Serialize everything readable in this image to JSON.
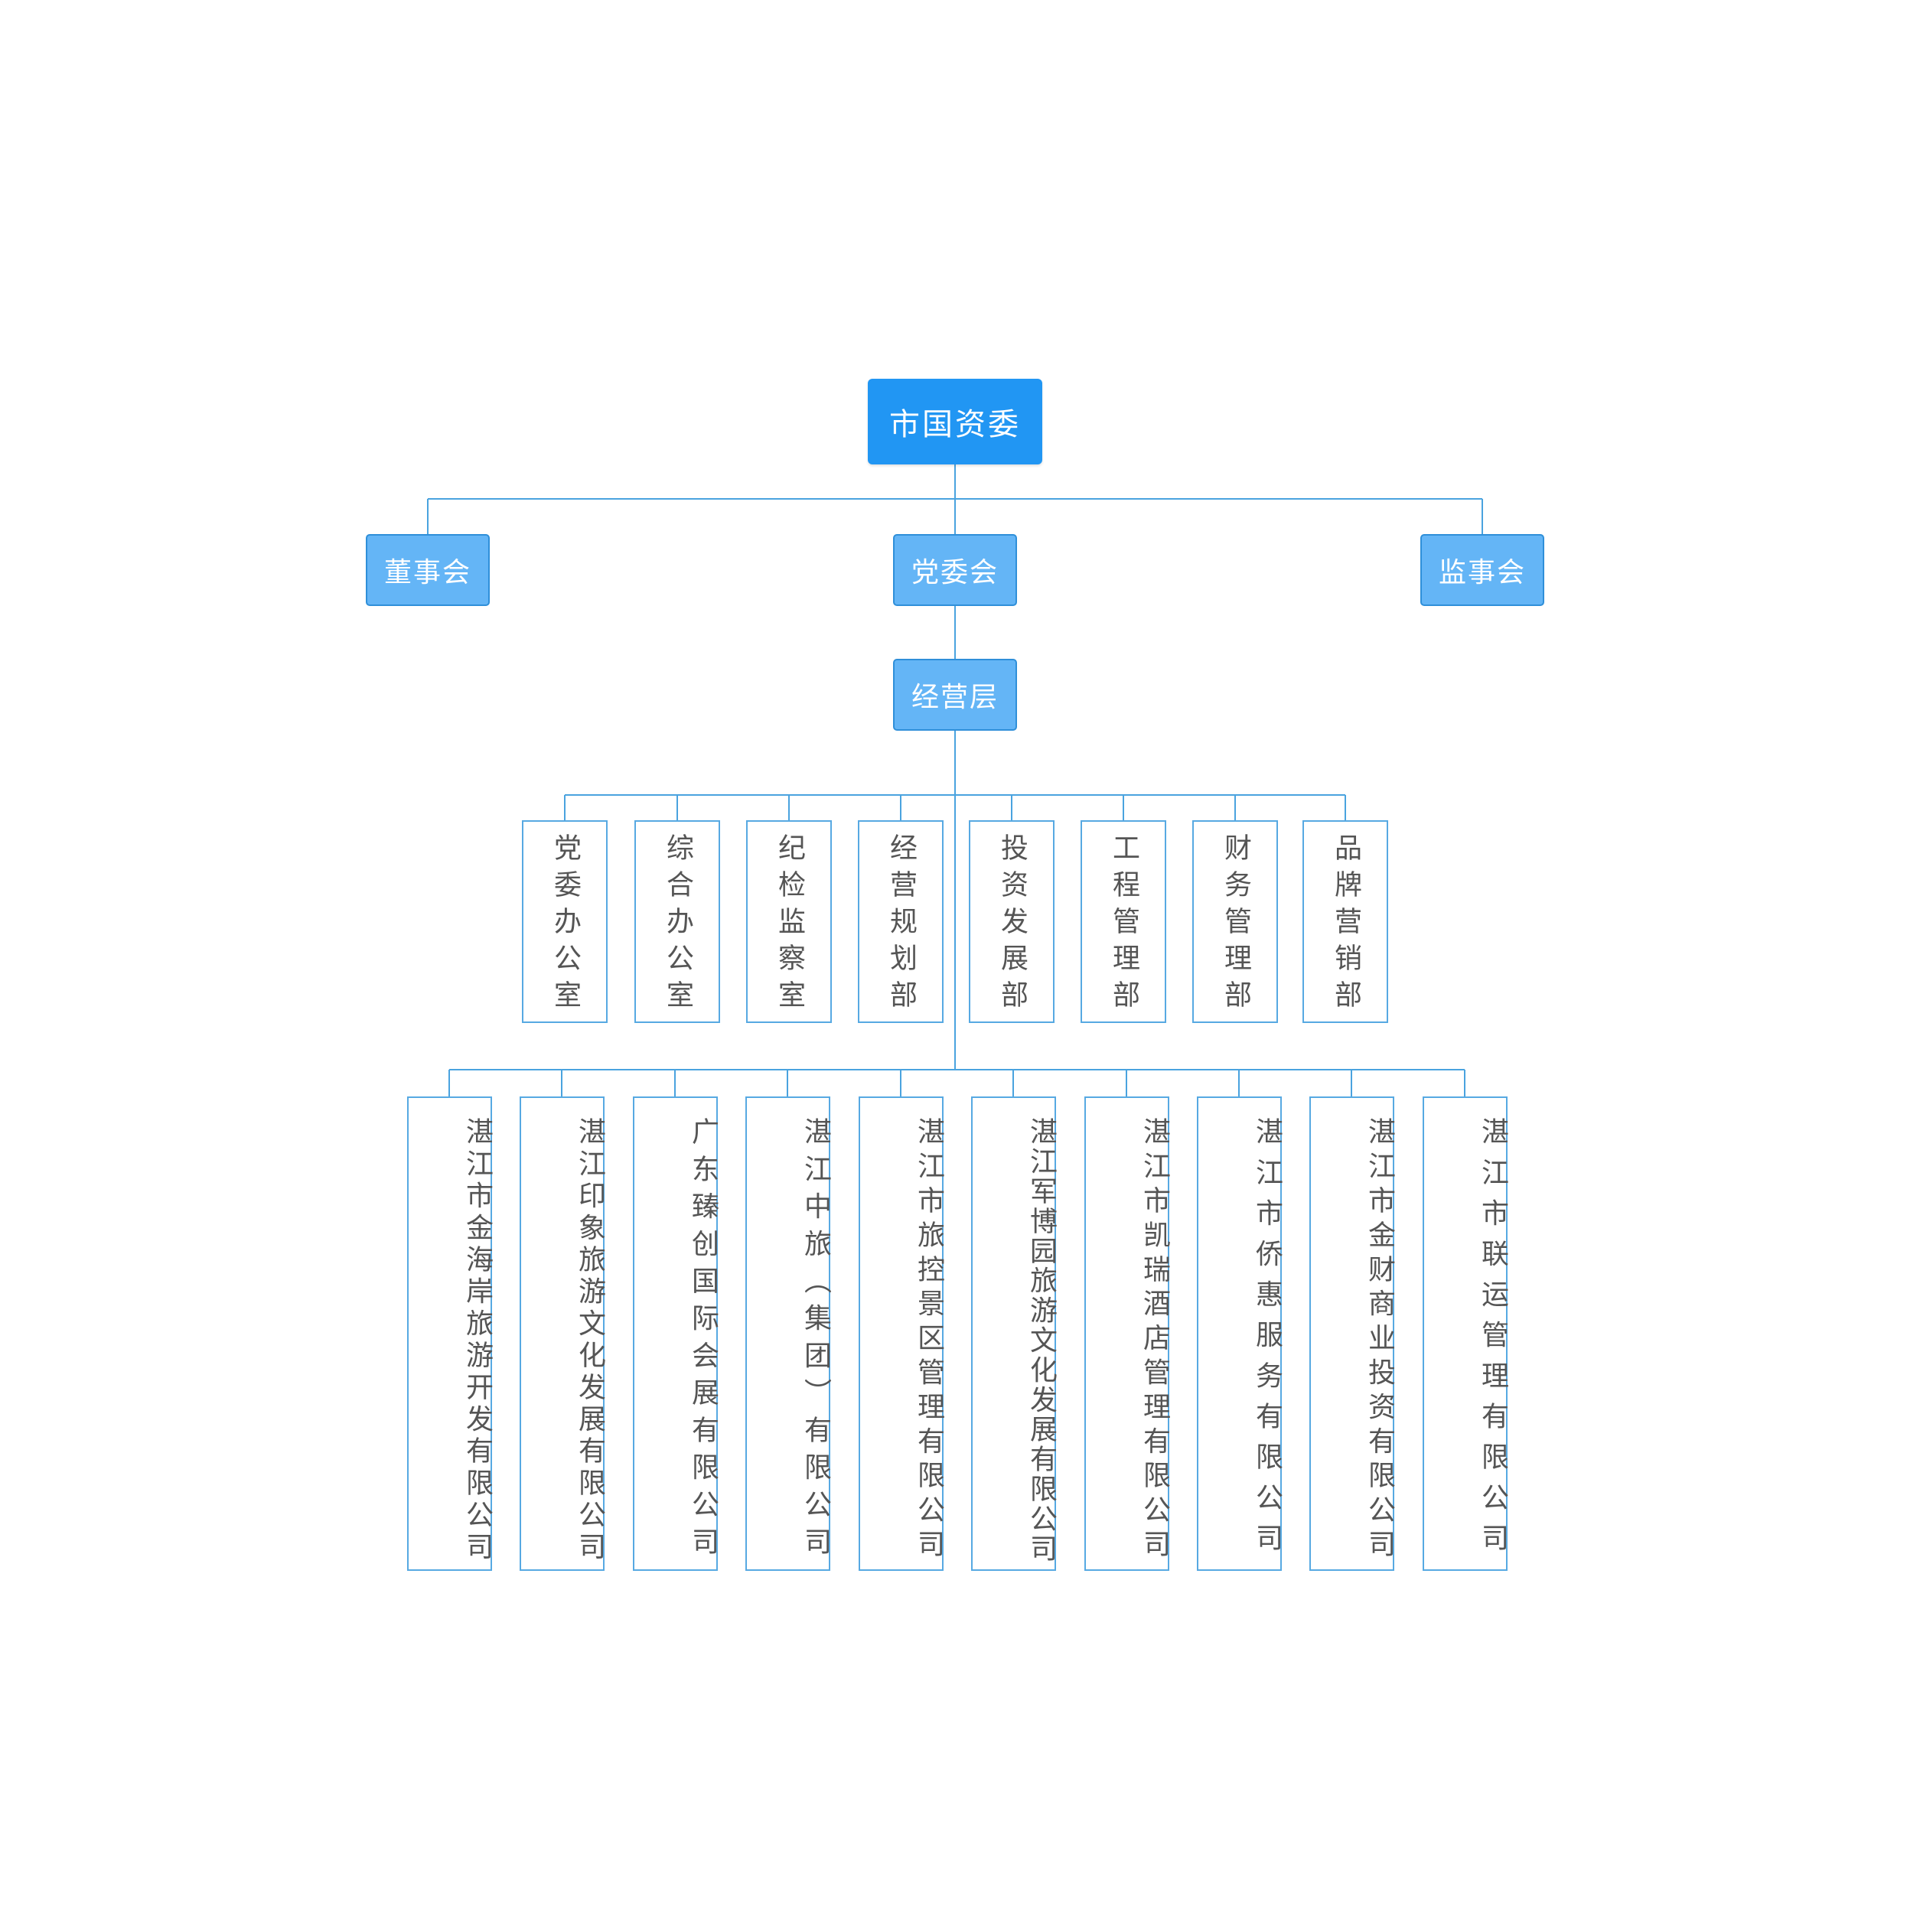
{
  "colors": {
    "root_fill": "#2196f3",
    "level2_fill": "#64b5f6",
    "line": "#4aa3df",
    "leaf_border": "#57a9e2",
    "leaf_text": "#555555"
  },
  "org": {
    "root": "市国资委",
    "board": "董事会",
    "party_committee": "党委会",
    "supervisors": "监事会",
    "management": "经营层",
    "departments": [
      "党委办公室",
      "综合办公室",
      "纪检监察室",
      "经营规划部",
      "投资发展部",
      "工程管理部",
      "财务管理部",
      "品牌营销部"
    ],
    "companies": [
      "湛江市金海岸旅游开发有限公司",
      "湛江印象旅游文化发展有限公司",
      "广东臻创国际会展有限公司",
      "湛江中旅（集团）有限公司",
      "湛江市旅控景区管理有限公司",
      "湛江军博园旅游文化发展有限公司",
      "湛江市凯瑞酒店管理有限公司",
      "湛江市侨惠服务有限公司",
      "湛江市金财商业投资有限公司",
      "湛江市联运管理有限公司"
    ]
  }
}
